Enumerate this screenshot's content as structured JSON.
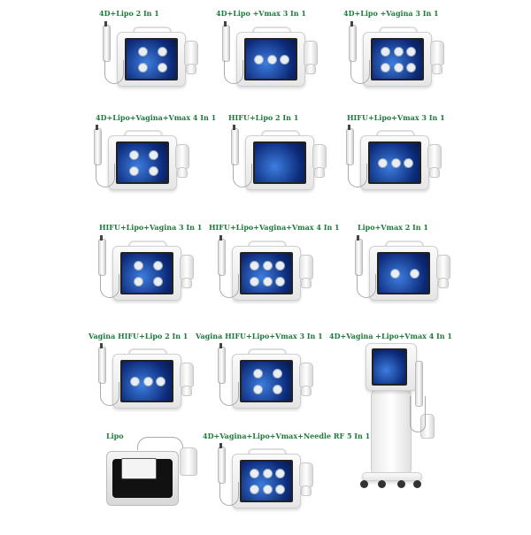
{
  "products": [
    {
      "label": "4D+Lipo        2 In 1",
      "type": "box",
      "dots": 4
    },
    {
      "label": "4D+Lipo          +Vmax 3 In 1",
      "type": "box",
      "dots": 3
    },
    {
      "label": "4D+Lipo        +Vagina 3 In 1",
      "type": "box",
      "dots": 6
    },
    {
      "label": "4D+Lipo+Vagina+Vmax 4 In 1",
      "type": "box",
      "dots": 4
    },
    {
      "label": "HIFU+Lipo 2 In 1",
      "type": "box",
      "dots": 0
    },
    {
      "label": "HIFU+Lipo+Vmax 3 In 1",
      "type": "box",
      "dots": 3
    },
    {
      "label": "HIFU+Lipo+Vagina 3 In 1",
      "type": "box",
      "dots": 4
    },
    {
      "label": "HIFU+Lipo+Vagina+Vmax 4 In 1",
      "type": "box",
      "dots": 6
    },
    {
      "label": "Lipo+Vmax 2 In 1",
      "type": "box",
      "dots": 2
    },
    {
      "label": "Vagina HIFU+Lipo 2 In 1",
      "type": "box",
      "dots": 3
    },
    {
      "label": "Vagina HIFU+Lipo+Vmax 3 In 1",
      "type": "box",
      "dots": 4
    },
    {
      "label": "4D+Vagina +Lipo+Vmax 4 In 1",
      "type": "cart",
      "dots": 0
    },
    {
      "label": "Lipo",
      "type": "lipo",
      "dots": 0
    },
    {
      "label": "4D+Vagina+Lipo+Vmax+Needle RF 5 In 1",
      "type": "box",
      "dots": 6
    }
  ],
  "colors": {
    "label": "#1e7a3c",
    "screen": "#0c2a78"
  }
}
